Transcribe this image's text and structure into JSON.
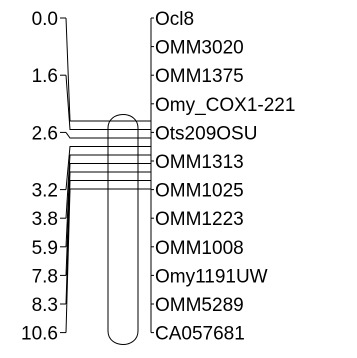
{
  "markers": [
    {
      "pos": "0.0",
      "name": "Ocl8",
      "cM": 0.0
    },
    {
      "pos": "",
      "name": "OMM3020",
      "cM": 0.0
    },
    {
      "pos": "1.6",
      "name": "OMM1375",
      "cM": 1.6
    },
    {
      "pos": "",
      "name": "Omy_COX1-221",
      "cM": 2.6
    },
    {
      "pos": "2.6",
      "name": "Ots209OSU",
      "cM": 2.6
    },
    {
      "pos": "",
      "name": "OMM1313",
      "cM": 2.6
    },
    {
      "pos": "3.2",
      "name": "OMM1025",
      "cM": 3.2
    },
    {
      "pos": "3.8",
      "name": "OMM1223",
      "cM": 3.8
    },
    {
      "pos": "5.9",
      "name": "OMM1008",
      "cM": 5.9
    },
    {
      "pos": "7.8",
      "name": "Omy1191UW",
      "cM": 7.8
    },
    {
      "pos": "8.3",
      "name": "OMM5289",
      "cM": 8.3
    },
    {
      "pos": "10.6",
      "name": "CA057681",
      "cM": 10.6
    }
  ]
}
